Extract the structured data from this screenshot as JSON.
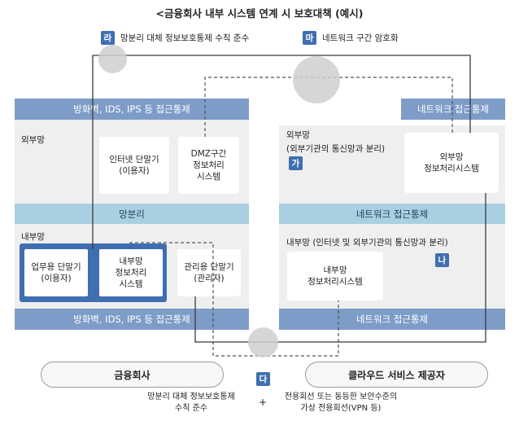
{
  "title": "<금융회사 내부 시스템 연계 시 보호대책 (예시)",
  "legend": [
    {
      "badge": "라",
      "text": "망분리 대체 정보보호통제 수칙 준수"
    },
    {
      "badge": "마",
      "text": "네트워크 구간 암호화"
    }
  ],
  "left": {
    "top_bar": "방화벽, IDS, IPS 등 접근통제",
    "external_label": "외부망",
    "internet_terminal": {
      "line1": "인터넷 단말기",
      "line2": "(이용자)"
    },
    "dmz_system": {
      "line1": "DMZ구간",
      "line2": "정보처리",
      "line3": "시스템"
    },
    "separation_bar": "망분리",
    "internal_label": "내부망",
    "work_terminal": {
      "line1": "업무용 단말기",
      "line2": "(이용자)"
    },
    "internal_system": {
      "line1": "내부망",
      "line2": "정보처리",
      "line3": "시스템"
    },
    "admin_terminal": {
      "line1": "관리용 단말기",
      "line2": "(관리자)"
    },
    "bottom_bar": "방화벽, IDS, IPS 등 접근통제",
    "org": "금융회사"
  },
  "right": {
    "top_bar": "네트워크 접근통제",
    "external_label": "외부망",
    "external_sub": "(외부기관의 통신망과 분리)",
    "badge_ga": "가",
    "external_system": {
      "line1": "외부망",
      "line2": "정보처리시스템"
    },
    "mid_bar": "네트워크 접근통제",
    "internal_label": "내부망 (인터넷 및 외부기관의 통신망과 분리)",
    "badge_na": "나",
    "internal_system": {
      "line1": "내부망",
      "line2": "정보처리시스템"
    },
    "bottom_bar": "네트워크 접근통제",
    "org": "클라우드 서비스 제공자"
  },
  "bottom": {
    "badge_da": "다",
    "left_note": {
      "line1": "망분리 대체 정보보호통제",
      "line2": "수칙 준수"
    },
    "plus": "+",
    "right_note": {
      "line1": "전용회선 또는 동등한 보안수준의",
      "line2": "가상 전용회선(VPN 등)"
    }
  },
  "colors": {
    "badge": "#3f6fb0",
    "bar_dark": "#7d9cc8",
    "bar_light": "#a9d0e0",
    "highlight_border": "#3f6fb0"
  }
}
